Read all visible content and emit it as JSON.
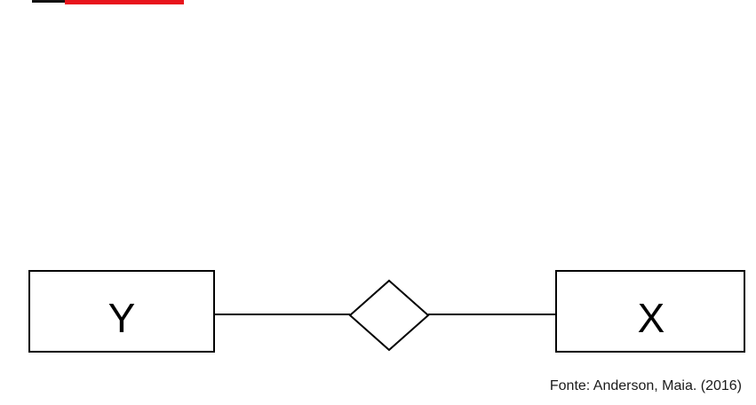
{
  "diagram": {
    "entities": [
      {
        "label": "Y"
      },
      {
        "label": "X"
      }
    ],
    "relationship": {
      "label": ""
    },
    "caption": "Fonte: Anderson, Maia. (2016)"
  },
  "colors": {
    "header_bar": "#e8141c",
    "header_stub": "#111111",
    "stroke": "#000000"
  }
}
